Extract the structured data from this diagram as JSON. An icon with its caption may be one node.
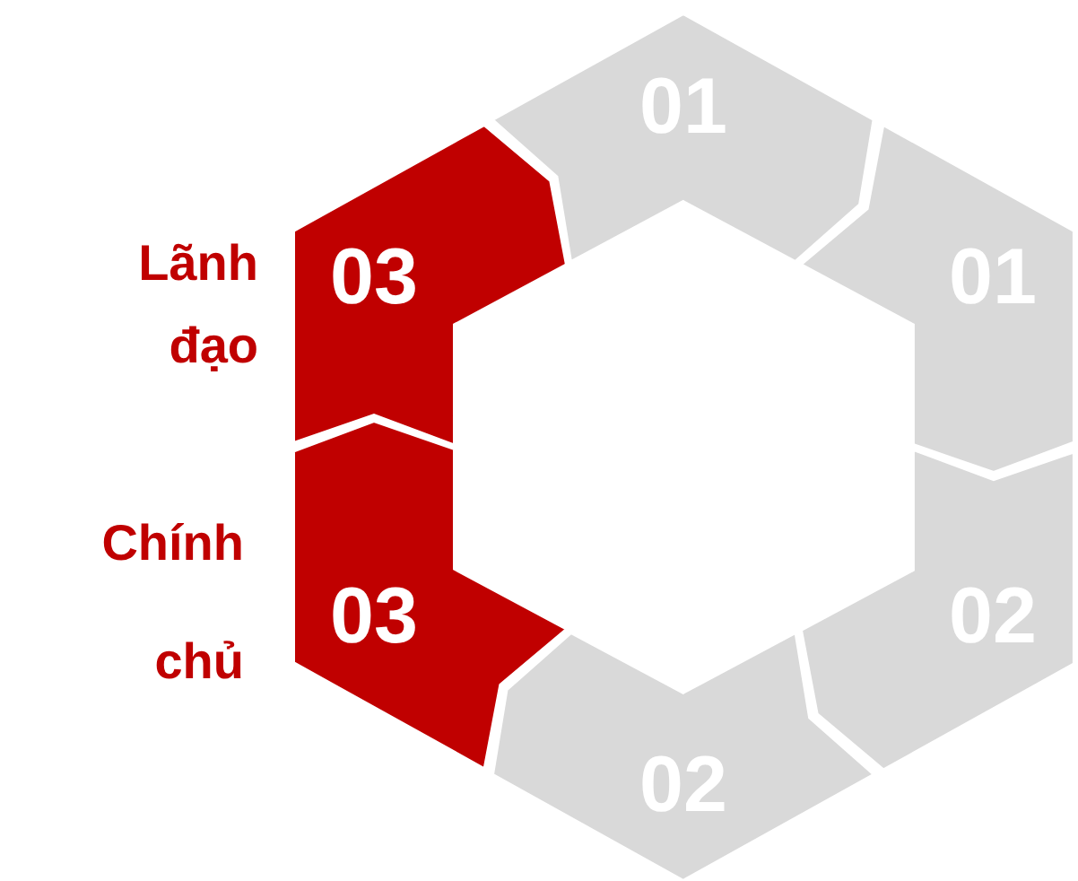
{
  "diagram": {
    "nodes": [
      {
        "text": [
          "01"
        ]
      },
      {
        "text": [
          "01"
        ]
      },
      {
        "text": [
          "02"
        ]
      },
      {
        "text": [
          "02"
        ]
      },
      {
        "text": [
          "03"
        ],
        "beside": [
          "Chính chủ"
        ]
      },
      {
        "text": [
          "03"
        ],
        "beside": [
          "Lãnh đạo"
        ]
      }
    ]
  }
}
